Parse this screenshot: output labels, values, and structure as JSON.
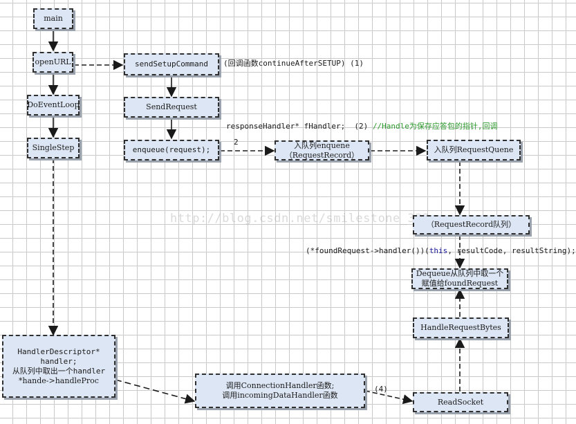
{
  "nodes": {
    "main": "main",
    "open_url": "openURL",
    "send_setup_command": "sendSetupCommand",
    "do_event_loop": "DoEventLoop",
    "send_request": "SendRequest",
    "single_step": "SingleStep",
    "enqueue": "enqueue(request);",
    "enqueue_record": [
      "入队列enquene",
      "（RequestRecord）"
    ],
    "request_queue": "入队列RequestQuene",
    "request_record_queue": "（RequestRecord队列）",
    "dequeue": [
      "Dequeue从队列中取一个",
      "赋值给foundRequest"
    ],
    "handle_request_bytes": "HandleRequestBytes",
    "handler_descriptor": [
      "HandlerDescriptor*",
      "handler;",
      "从队列中取出一个handler",
      "*hande->handleProc"
    ],
    "connection_handler": [
      "调用ConnectionHandler函数;",
      "调用incomingDataHandler函数"
    ],
    "read_socket": "ReadSocket"
  },
  "labels": {
    "callback": "(回调函数continueAfterSETUP) (1)",
    "response_handler_code": "responseHandler* fHandler;",
    "response_handler_step": "  (2) ",
    "response_handler_comment": "//Handle为保存应答包的指针,回调",
    "step_two": "2",
    "found_request_prefix": "(*foundRequest->handler())(",
    "found_request_this": "this",
    "found_request_suffix": ", resultCode, resultString);",
    "step_four": "(4)"
  },
  "watermark": "http://blog.csdn.net/smilestone_322"
}
